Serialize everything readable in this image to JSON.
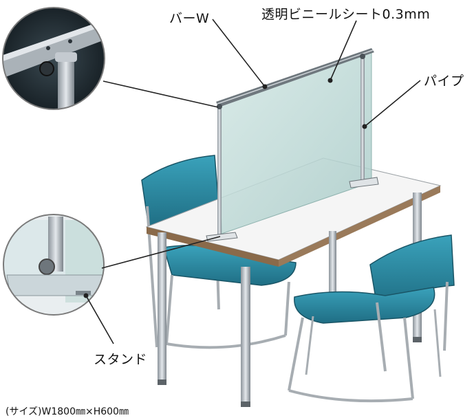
{
  "labels": {
    "bar_w": "バーW",
    "vinyl_sheet": "透明ビニールシート0.3mm",
    "pipe": "パイプ",
    "stand": "スタンド"
  },
  "size_note": "(サイズ)W1800㎜×H600㎜",
  "colors": {
    "chair_blue": "#2f8fa8",
    "chair_blue_dark": "#1f6e84",
    "sheet": "#bcd9d6",
    "table_top": "#f4f4f4",
    "table_edge": "#8a6a4a",
    "metal": "#c8cdd2"
  }
}
